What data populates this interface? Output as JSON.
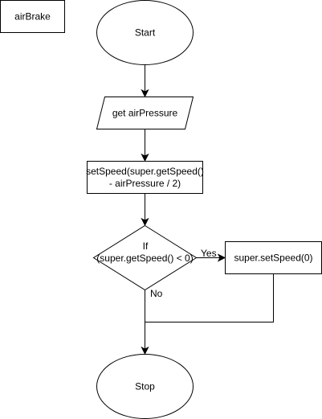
{
  "diagram": {
    "title": "airBrake",
    "start": "Start",
    "input": "get airPressure",
    "process": {
      "line1": "setSpeed(super.getSpeed()",
      "line2": "- airPressure / 2)"
    },
    "decision": {
      "line1": "If",
      "line2": "(super.getSpeed() < 0)"
    },
    "yes_label": "Yes",
    "no_label": "No",
    "yes_action": "super.setSpeed(0)",
    "stop": "Stop"
  }
}
